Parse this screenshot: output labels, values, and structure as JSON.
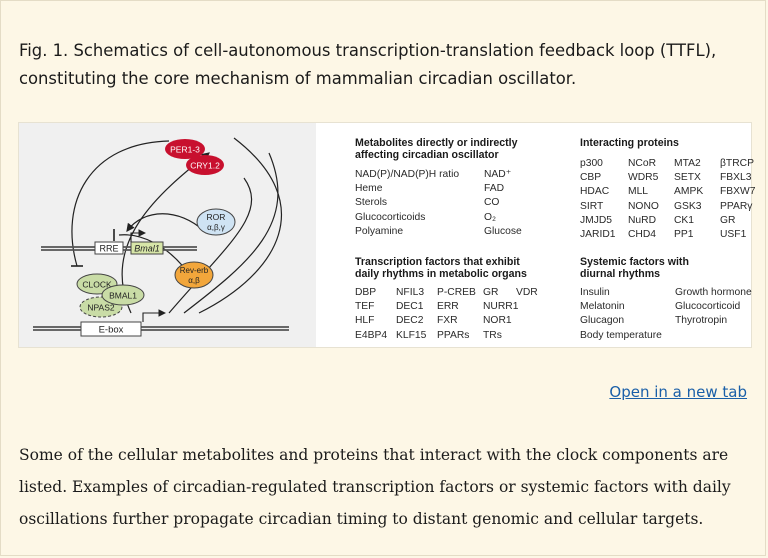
{
  "caption": "Fig. 1. Schematics of cell-autonomous transcription-translation feedback loop (TTFL), constituting the core mechanism of mammalian circadian oscillator.",
  "open_link": "Open in a new tab",
  "description": "Some of the cellular metabolites and proteins that interact with the clock components are listed. Examples of circadian-regulated transcription factors or systemic factors with daily oscillations further propagate circadian timing to distant genomic and cellular targets.",
  "schematic": {
    "per": "PER1-3",
    "cry": "CRY1.2",
    "ror": "ROR",
    "ror_sub": "α,β,γ",
    "rev": "Rev-erb",
    "rev_sub": "α,β",
    "rre": "RRE",
    "bmal1_gene": "Bmal1",
    "clock": "CLOCK",
    "bmal1": "BMAL1",
    "npas2": "NPAS2",
    "ebox": "E-box",
    "colors": {
      "per_cry": "#c8102e",
      "ror": "#cfe3f3",
      "rev": "#f2a63b",
      "clock": "#c9dca6",
      "gene": "#d7e6a8"
    }
  },
  "tables": {
    "metabolites": {
      "title_line1": "Metabolites directly or indirectly",
      "title_line2": "affecting circadian oscillator",
      "col1": [
        "NAD(P)/NAD(P)H ratio",
        "Heme",
        "Sterols",
        "Glucocorticoids",
        "Polyamine"
      ],
      "col2": [
        "NAD⁺",
        "FAD",
        "CO",
        "O₂",
        "Glucose"
      ]
    },
    "interacting": {
      "title": "Interacting proteins",
      "col1": [
        "p300",
        "CBP",
        "HDAC",
        "SIRT",
        "JMJD5",
        "JARID1"
      ],
      "col2": [
        "NCoR",
        "WDR5",
        "MLL",
        "NONO",
        "NuRD",
        "CHD4"
      ],
      "col3": [
        "MTA2",
        "SETX",
        "AMPK",
        "GSK3",
        "CK1",
        "PP1"
      ],
      "col4": [
        "βTRCP",
        "FBXL3",
        "FBXW7",
        "PPARγ",
        "GR",
        "USF1"
      ]
    },
    "transcription": {
      "title_line1": "Transcription factors that exhibit",
      "title_line2": "daily rhythms in metabolic organs",
      "col1": [
        "DBP",
        "TEF",
        "HLF",
        "E4BP4"
      ],
      "col2": [
        "NFIL3",
        "DEC1",
        "DEC2",
        "KLF15"
      ],
      "col3": [
        "P-CREB",
        "ERR",
        "FXR",
        "PPARs"
      ],
      "col4": [
        "GR",
        "NURR1",
        "NOR1",
        "TRs"
      ],
      "col5": [
        "VDR"
      ]
    },
    "systemic": {
      "title_line1": "Systemic factors with",
      "title_line2": "diurnal rhythms",
      "col1": [
        "Insulin",
        "Melatonin",
        "Glucagon",
        "Body temperature"
      ],
      "col2": [
        "Growth hormone",
        "Glucocorticoid",
        "Thyrotropin"
      ]
    }
  }
}
